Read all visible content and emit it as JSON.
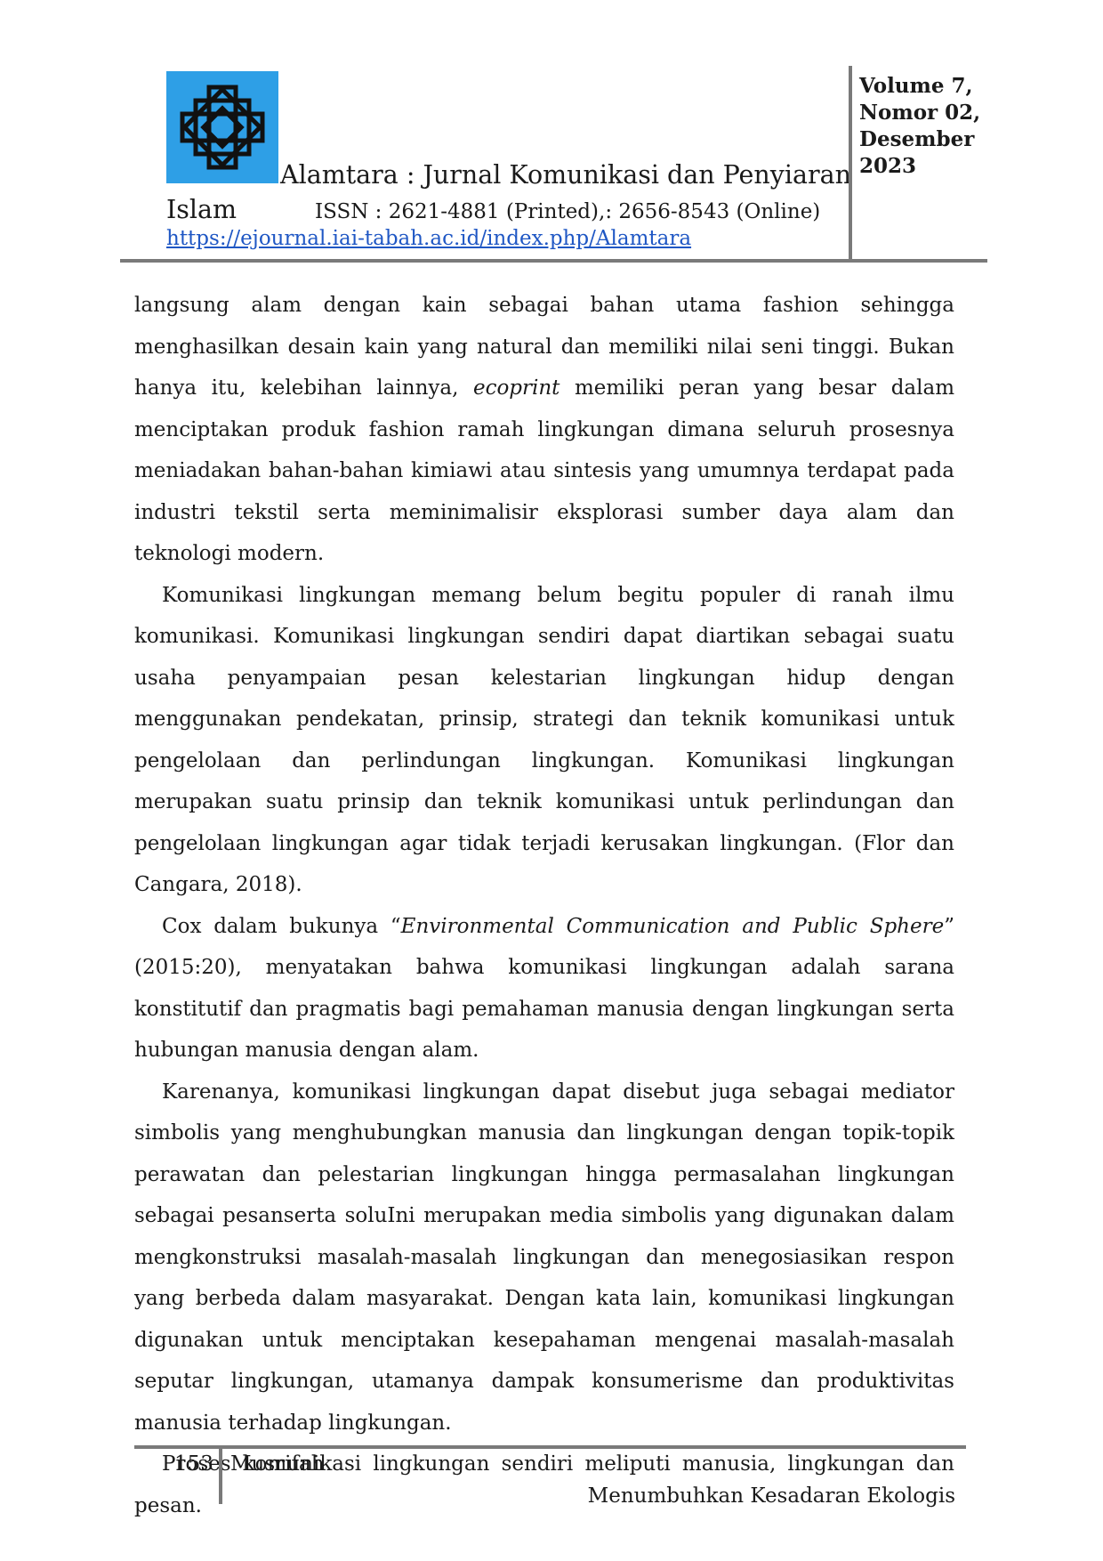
{
  "header": {
    "logo_icon": "interlaced-octagram-icon",
    "logo_bg": "#2e9fe6",
    "journal_title": "Alamtara : Jurnal Komunikasi dan Penyiaran",
    "journal_title_cont": "Islam",
    "issn": "ISSN :  2621-4881 (Printed),: 2656-8543 (Online)",
    "url": "https://ejournal.iai-tabah.ac.id/index.php/Alamtara",
    "url_color": "#1f57c4",
    "volume": "Volume 7,",
    "number": "Nomor 02,",
    "month": "Desember",
    "year": "2023"
  },
  "body": {
    "p1": "langsung alam dengan kain sebagai bahan utama fashion sehingga menghasilkan desain kain yang natural dan memiliki nilai seni tinggi. Bukan hanya itu, kelebihan lainnya,",
    "p1_em": "ecoprint",
    "p1_b": "memiliki peran yang besar dalam menciptakan produk fashion ramah lingkungan dimana seluruh prosesnya meniadakan bahan-bahan kimiawi atau sintesis yang umumnya terdapat pada industri tekstil serta meminimalisir eksplorasi sumber daya alam dan teknologi modern.",
    "p2": "Komunikasi lingkungan memang belum begitu populer di ranah ilmu komunikasi. Komunikasi  lingkungan sendiri dapat diartikan sebagai suatu usaha penyampaian pesan kelestarian lingkungan hidup dengan menggunakan pendekatan, prinsip,  strategi dan teknik komunikasi untuk pengelolaan dan perlindungan lingkungan. Komunikasi lingkungan merupakan suatu prinsip dan teknik komunikasi untuk perlindungan dan pengelolaan  lingkungan agar tidak terjadi kerusakan lingkungan. (Flor dan Cangara, 2018).",
    "p3_a": "Cox dalam bukunya “",
    "p3_em": "Environmental Communication and Public Sphere",
    "p3_b": "” (2015:20), menyatakan bahwa komunikasi lingkungan adalah sarana konstitutif dan pragmatis bagi pemahaman manusia dengan lingkungan serta hubungan manusia dengan alam.",
    "p4": "Karenanya, komunikasi lingkungan dapat disebut juga sebagai mediator simbolis yang menghubungkan manusia dan lingkungan dengan topik-topik perawatan dan pelestarian lingkungan hingga permasalahan lingkungan sebagai pesanserta soluIni merupakan media simbolis yang digunakan dalam mengkonstruksi masalah-masalah lingkungan dan menegosiasikan respon yang berbeda dalam masyarakat. Dengan kata lain, komunikasi lingkungan digunakan untuk menciptakan kesepahaman mengenai masalah-masalah seputar lingkungan, utamanya dampak konsumerisme dan produktivitas manusia terhadap lingkungan.",
    "p5": "Proses komunikasi lingkungan sendiri meliputi manusia, lingkungan dan pesan."
  },
  "footer": {
    "page_number": "153",
    "author": "Musrifah",
    "short_title": "Menumbuhkan Kesadaran Ekologis"
  }
}
